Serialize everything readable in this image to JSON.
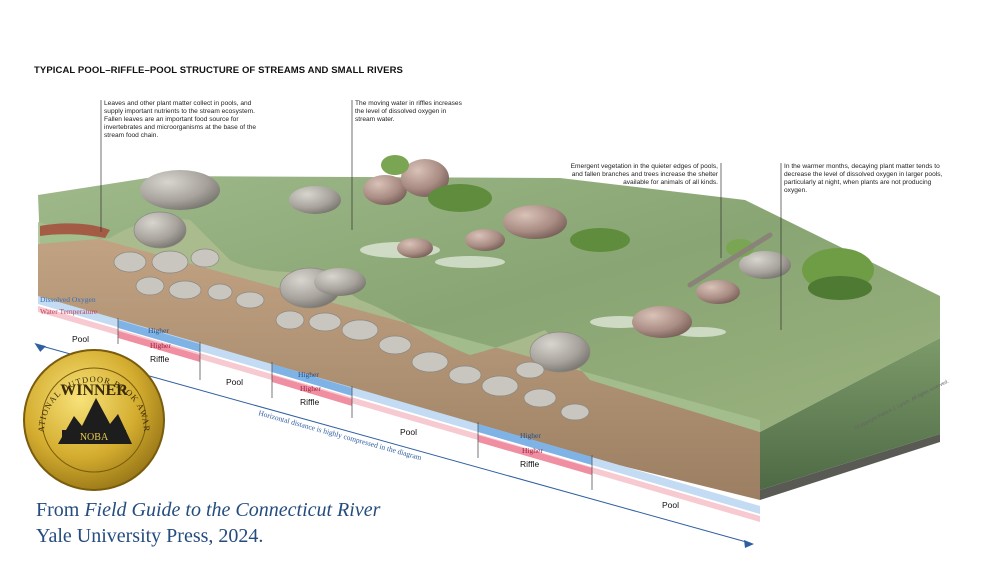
{
  "title": "TYPICAL POOL–RIFFLE–POOL STRUCTURE OF STREAMS AND SMALL RIVERS",
  "callouts": {
    "leaves": "Leaves and other plant matter collect in pools, and supply important nutrients to the stream ecosystem. Fallen leaves are an important food source for invertebrates and microorganisms at the base of the stream food chain.",
    "riffles": "The moving water in riffles increases the level of dissolved oxygen in stream water.",
    "vegetation": "Emergent vegetation in the quieter edges of pools, and fallen branches and trees increase the shelter available for animals of all kinds.",
    "warmer": "In the warmer months, decaying plant matter tends to decrease the level of dissolved oxygen in larger pools, particularly at night, when plants are not producing oxygen."
  },
  "legend": {
    "dissolved_oxygen": "Dissolved Oxygen",
    "water_temperature": "Water Temperature"
  },
  "segments": {
    "pool1": "Pool",
    "riffle1": "Riffle",
    "pool2": "Pool",
    "riffle2": "Riffle",
    "pool3": "Pool",
    "riffle3": "Riffle",
    "pool4": "Pool"
  },
  "higher_label": "Higher",
  "axis_note": "Horizontal distance is highly compressed in the diagram",
  "copyright": "©Copyright Patrick J. Lynch. All rights reserved.",
  "award": {
    "winner": "WINNER",
    "noba": "NOBA",
    "ring_text": "NATIONAL OUTDOOR BOOK AWARD"
  },
  "credit": {
    "prefix": "From ",
    "book": "Field Guide to the Connecticut River",
    "publisher": "Yale University Press, 2024."
  },
  "colors": {
    "oxygen_band": "#b8d4f0",
    "temperature_band": "#f4bcc6",
    "arrow": "#2f5fa0",
    "soil": "#b89a7c",
    "water": "#8fae7a",
    "award_gold": "#c9a227"
  }
}
